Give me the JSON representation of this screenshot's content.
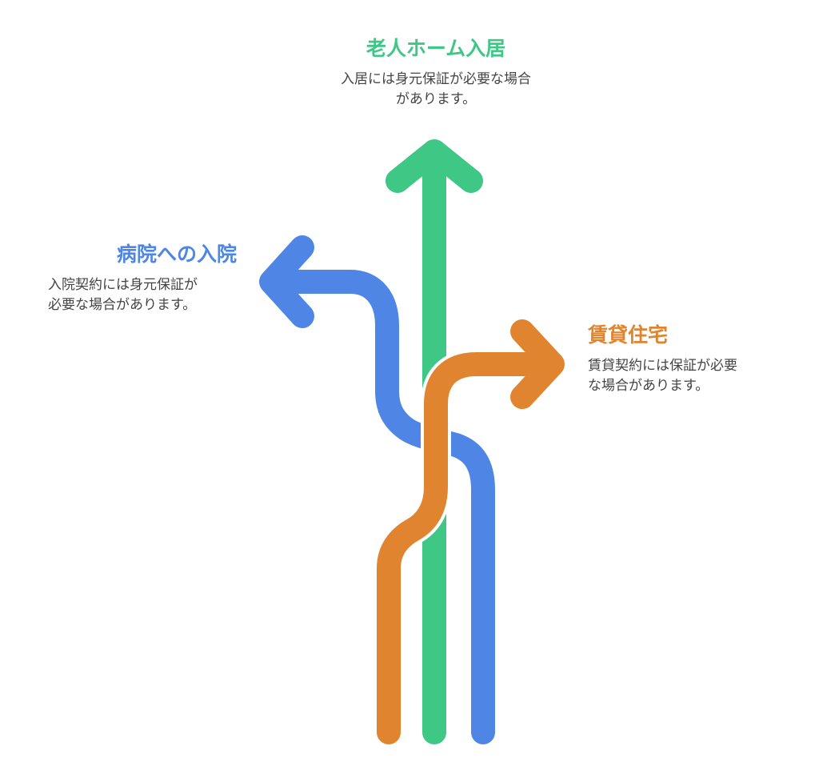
{
  "colors": {
    "green": "#3EC785",
    "blue": "#4F86E5",
    "orange": "#E0842F",
    "text": "#444444",
    "background": "#FFFFFF"
  },
  "paths": [
    {
      "id": "nursing-home",
      "color": "#3EC785",
      "title": "老人ホーム入居",
      "description_lines": [
        "入居には身元保証が必要な場合",
        "があります。"
      ]
    },
    {
      "id": "hospital",
      "color": "#4F86E5",
      "title": "病院への入院",
      "description_lines": [
        "入院契約には身元保証が",
        "必要な場合があります。"
      ]
    },
    {
      "id": "rental",
      "color": "#E0842F",
      "title": "賃貸住宅",
      "description_lines": [
        "賃貸契約には保証が必要",
        "な場合があります。"
      ]
    }
  ]
}
